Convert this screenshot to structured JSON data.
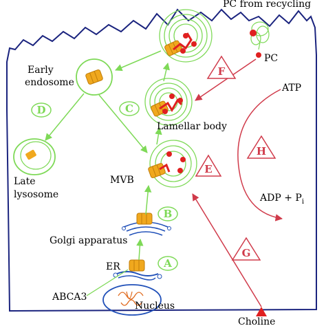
{
  "labels": {
    "pc_recycling": "PC from recycling",
    "pc": "PC",
    "atp": "ATP",
    "early_endosome_line1": "Early",
    "early_endosome_line2": "endosome",
    "lamellar_body": "Lamellar body",
    "late_lysosome_line1": "Late",
    "late_lysosome_line2": "lysosome",
    "mvb": "MVB",
    "adp": "ADP + P",
    "adp_sub": "i",
    "golgi": "Golgi apparatus",
    "er": "ER",
    "abca3": "ABCA3",
    "nucleus": "Nucleus",
    "choline": "Choline"
  },
  "steps": {
    "a": "A",
    "b": "B",
    "c": "C",
    "d": "D",
    "e": "E",
    "f": "F",
    "g": "G",
    "h": "H"
  },
  "colors": {
    "membrane": "#1a237e",
    "green_arrow": "#7ed957",
    "red_arrow": "#d03a4a",
    "transporter": "#f0a81e",
    "lipid": "#e02020",
    "er_blue": "#1f4fb8",
    "nucleus_orange": "#e06a1e"
  }
}
